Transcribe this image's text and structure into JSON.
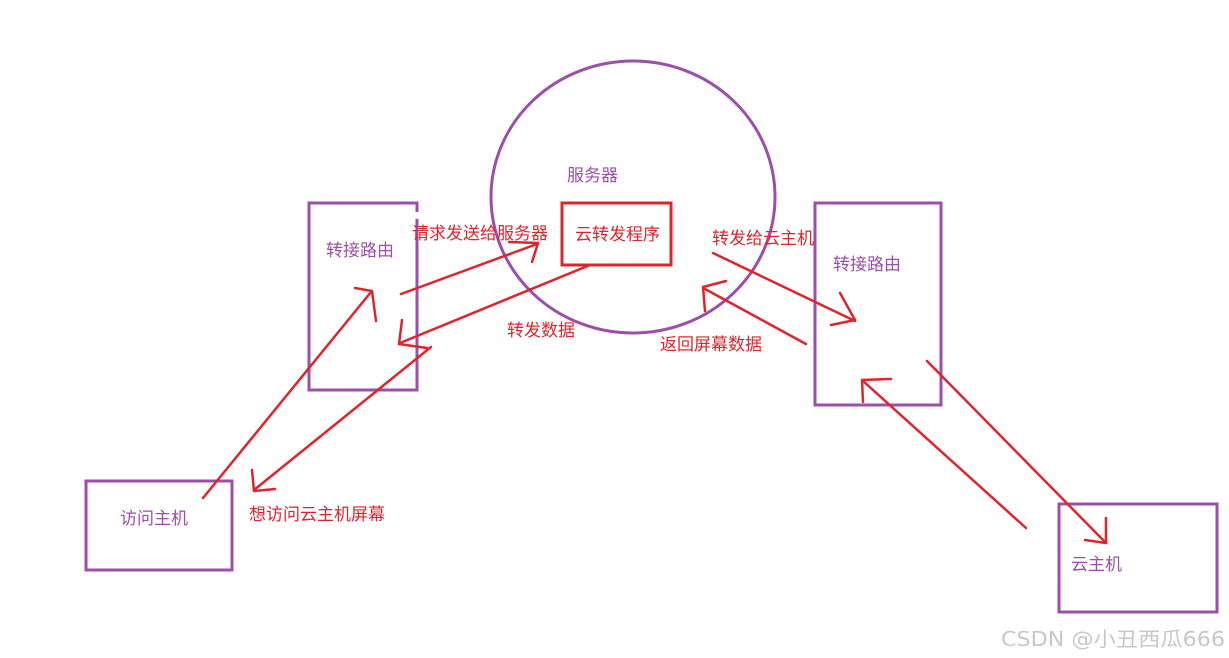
{
  "nodes": {
    "server_circle_label": "服务器",
    "cloud_forward_program": "云转发程序",
    "left_router": "转接路由",
    "right_router": "转接路由",
    "access_host": "访问主机",
    "cloud_host": "云主机"
  },
  "edges": {
    "request_to_server": "请求发送给服务器",
    "forward_data": "转发数据",
    "forward_to_cloud_host": "转发给云主机",
    "return_screen_data": "返回屏幕数据",
    "want_access_screen": "想访问云主机屏幕"
  },
  "watermark": "CSDN @小丑西瓜666",
  "colors": {
    "purple": "#9b4fa8",
    "red": "#e0242c",
    "watermark": "#c8c8c8"
  }
}
